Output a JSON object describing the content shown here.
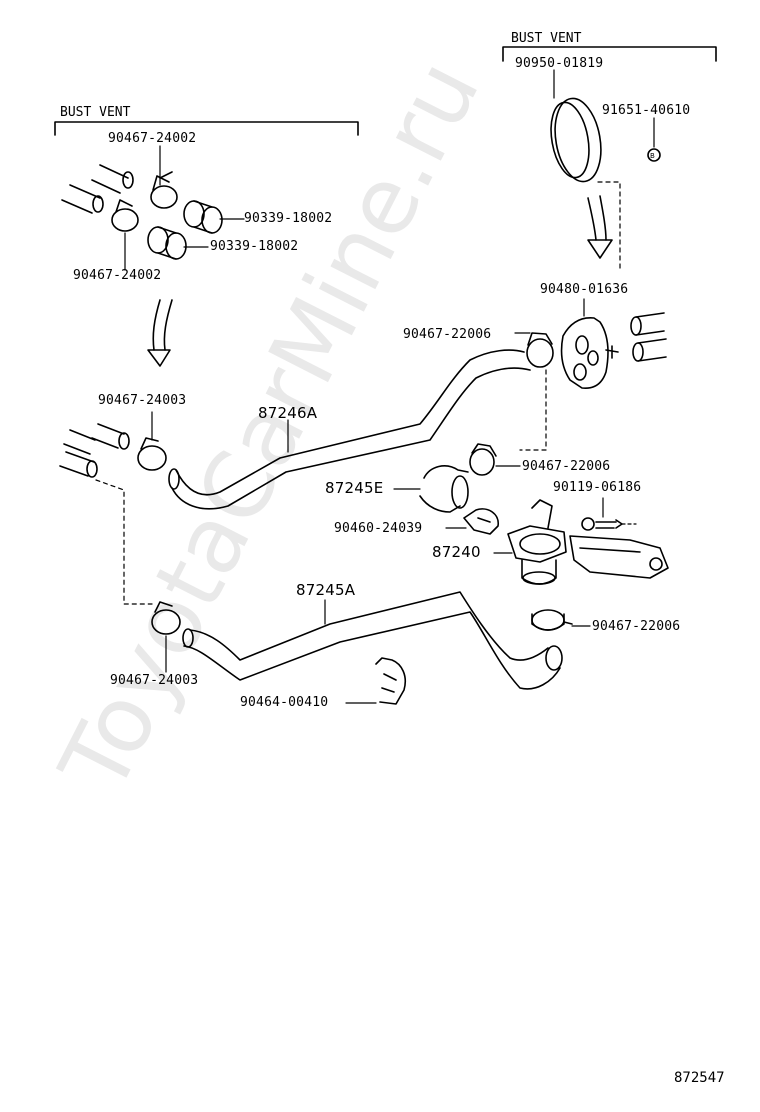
{
  "watermark": "ToyotaCarMine.ru",
  "groups": {
    "left_header": "BUST VENT",
    "right_header": "BUST VENT"
  },
  "labels": {
    "clamp_24002_top": "90467-24002",
    "hose_18002_a": "90339-18002",
    "hose_18002_b": "90339-18002",
    "clamp_24002_bottom": "90467-24002",
    "clamp_24003_top": "90467-24003",
    "hose_87246A": "87246A",
    "grommet_01819": "90950-01819",
    "plug_40610": "91651-40610",
    "plate_01636": "90480-01636",
    "clamp_22006_a": "90467-22006",
    "clamp_22006_b": "90467-22006",
    "bolt_06186": "90119-06186",
    "hose_87245E": "87245E",
    "clip_24039": "90460-24039",
    "valve_87240": "87240",
    "hose_87245A": "87245A",
    "clamp_22006_c": "90467-22006",
    "clamp_24003_bottom": "90467-24003",
    "clip_00410": "90464-00410"
  },
  "diagram_code": "872547",
  "line_color": "#000000",
  "watermark_color": "#e9e9e9"
}
